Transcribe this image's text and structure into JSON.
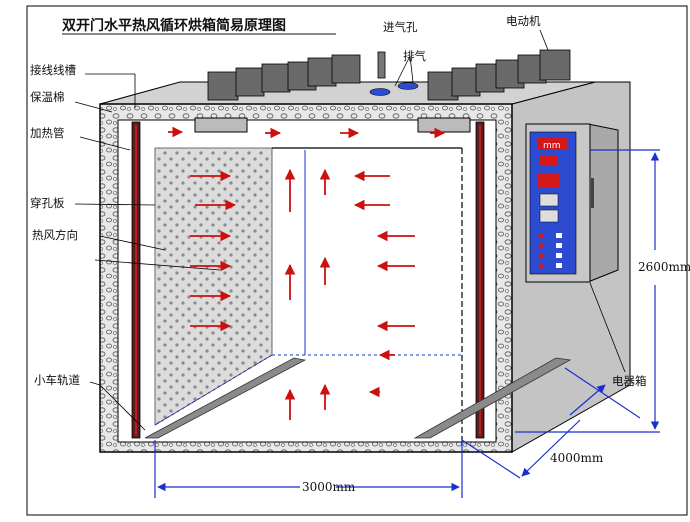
{
  "title": "双开门水平热风循环烘箱简易原理图",
  "labels": {
    "wiring_trough": "接线线槽",
    "insulation": "保温棉",
    "heating_tube": "加热管",
    "perforated_plate": "穿孔板",
    "hot_air_direction": "热风方向",
    "trolley_rail": "小车轨道",
    "air_inlet": "进气孔",
    "exhaust": "排气",
    "motor": "电动机",
    "electrical_box": "电器箱"
  },
  "dimensions": {
    "width": "3000mm",
    "height": "2600mm",
    "depth": "4000mm"
  },
  "panel": {
    "display_text": "mm"
  },
  "colors": {
    "outline": "#000000",
    "dimension_line": "#1a2fcf",
    "arrow": "#cc1010",
    "insulation_fill": "#e6e6e6",
    "box_fill": "#c8c8c8",
    "panel_blue": "#2c4bd0"
  }
}
